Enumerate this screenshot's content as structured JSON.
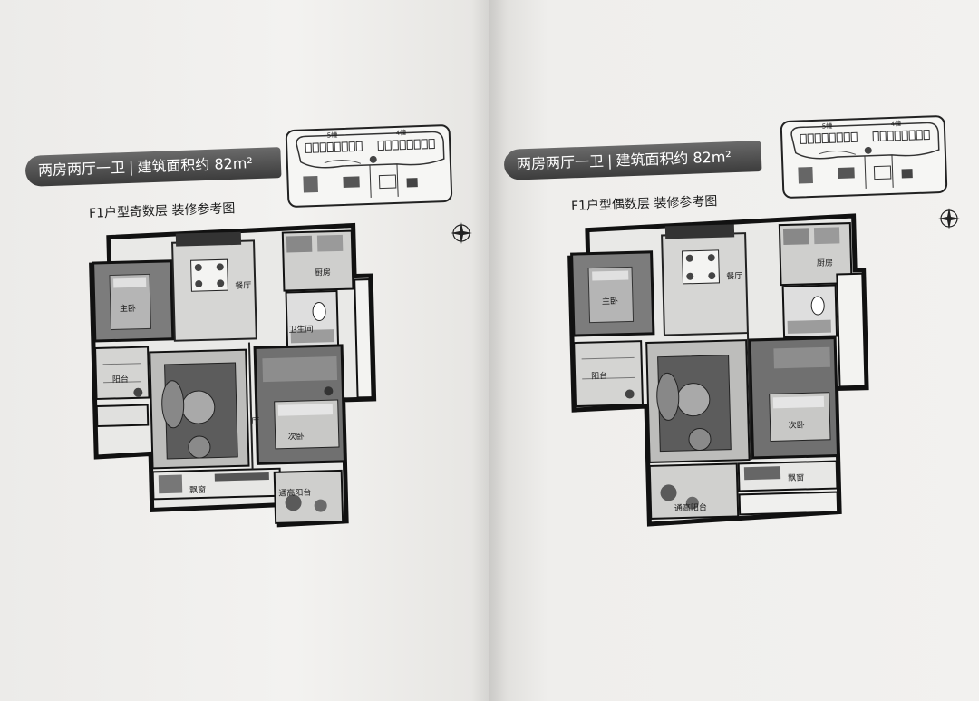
{
  "left_page": {
    "banner": {
      "part1": "两房两厅一卫",
      "separator": "|",
      "part2": "建筑面积约 82m²"
    },
    "subtitle": "F1户型奇数层 装修参考图",
    "siteplan": {
      "building_a": "5幢",
      "building_b": "4幢"
    },
    "rooms": {
      "master_bedroom": "主卧",
      "dining": "餐厅",
      "kitchen": "厨房",
      "bathroom": "卫生间",
      "balcony": "阳台",
      "living": "厅",
      "second_bedroom": "次卧",
      "bay_window": "飘窗",
      "garden_balcony": "通高阳台"
    }
  },
  "right_page": {
    "banner": {
      "part1": "两房两厅一卫",
      "separator": "|",
      "part2": "建筑面积约 82m²"
    },
    "subtitle": "F1户型偶数层 装修参考图",
    "siteplan": {
      "building_a": "5幢",
      "building_b": "4幢"
    },
    "rooms": {
      "master_bedroom": "主卧",
      "dining": "餐厅",
      "kitchen": "厨房",
      "balcony": "阳台",
      "second_bedroom": "次卧",
      "bay_window": "飘窗",
      "garden_balcony": "通高阳台"
    }
  }
}
